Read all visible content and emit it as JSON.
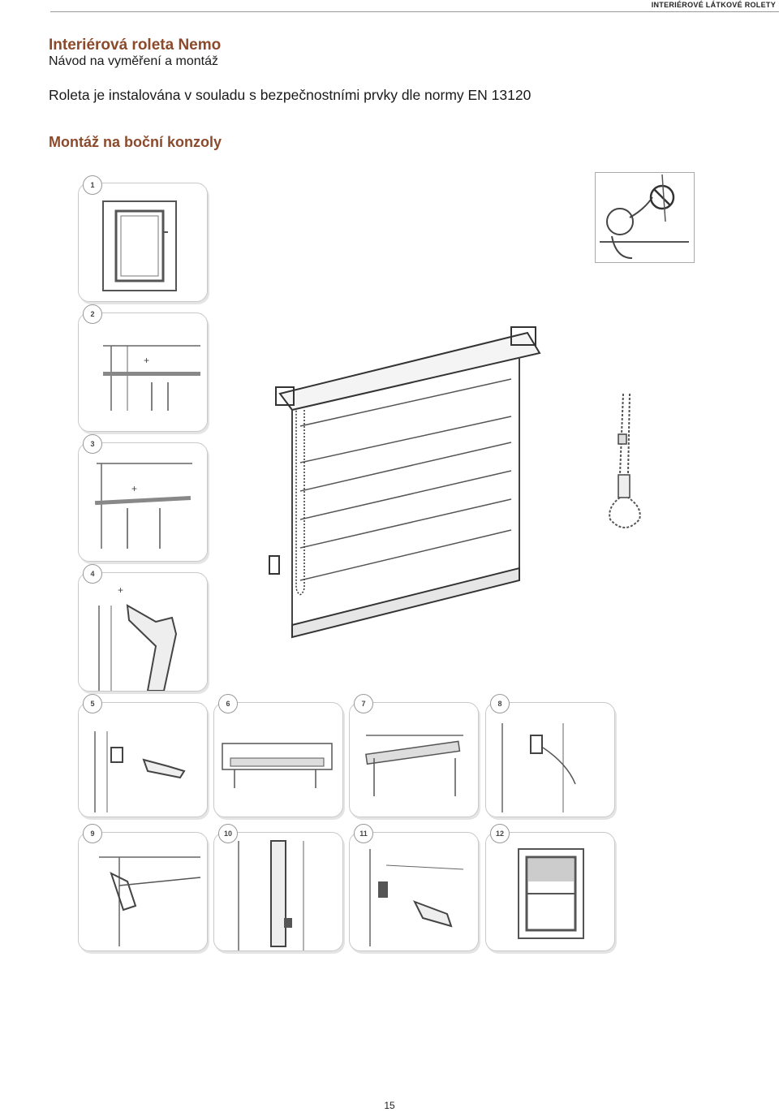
{
  "header": {
    "label": "INTERIÉROVÉ LÁTKOVÉ ROLETY"
  },
  "title": "Interiérová roleta Nemo",
  "subtitle": "Návod na vyměření a montáž",
  "intro": "Roleta je instalována v souladu s bezpečnostními prvky dle normy EN 13120",
  "section_title": "Montáž na boční konzoly",
  "steps": [
    "1",
    "2",
    "3",
    "4",
    "5",
    "6",
    "7",
    "8",
    "9",
    "10",
    "11",
    "12"
  ],
  "icons": {
    "child_warning": "child-safety-warning-icon",
    "blind": "roller-blind-illustration",
    "chain": "chain-loop-illustration"
  },
  "page_number": "15"
}
